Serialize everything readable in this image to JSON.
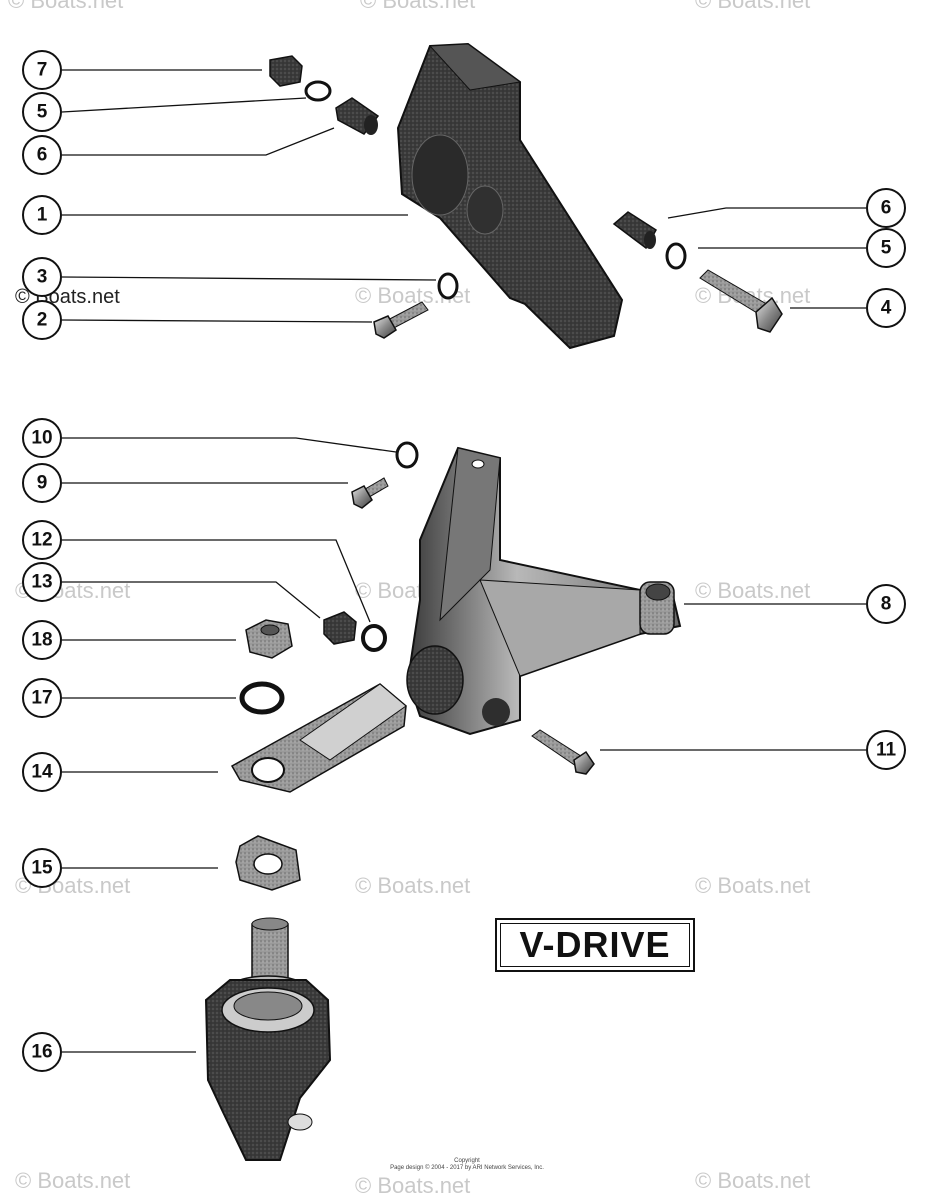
{
  "watermark": "© Boats.net",
  "label_box": {
    "text": "V-DRIVE"
  },
  "copyright": {
    "line1": "Copyright",
    "line2": "Page design © 2004 - 2017 by ARI Network Services, Inc."
  },
  "callouts": [
    "7",
    "5",
    "6",
    "1",
    "3",
    "2",
    "6",
    "5",
    "4",
    "10",
    "9",
    "12",
    "13",
    "18",
    "17",
    "14",
    "8",
    "11",
    "15",
    "16"
  ],
  "parts": [
    "nut",
    "lock-washer",
    "spacer",
    "bracket",
    "flat-washer",
    "bolt",
    "spacer",
    "lock-washer",
    "bolt",
    "flat-washer",
    "bolt",
    "flat-washer",
    "nut",
    "nut",
    "lock-washer",
    "clamp",
    "v-drive-bracket",
    "bolt",
    "tab-washer",
    "engine-mount"
  ],
  "colors": {
    "ink": "#111111",
    "watermark": "#c9c9c9"
  }
}
